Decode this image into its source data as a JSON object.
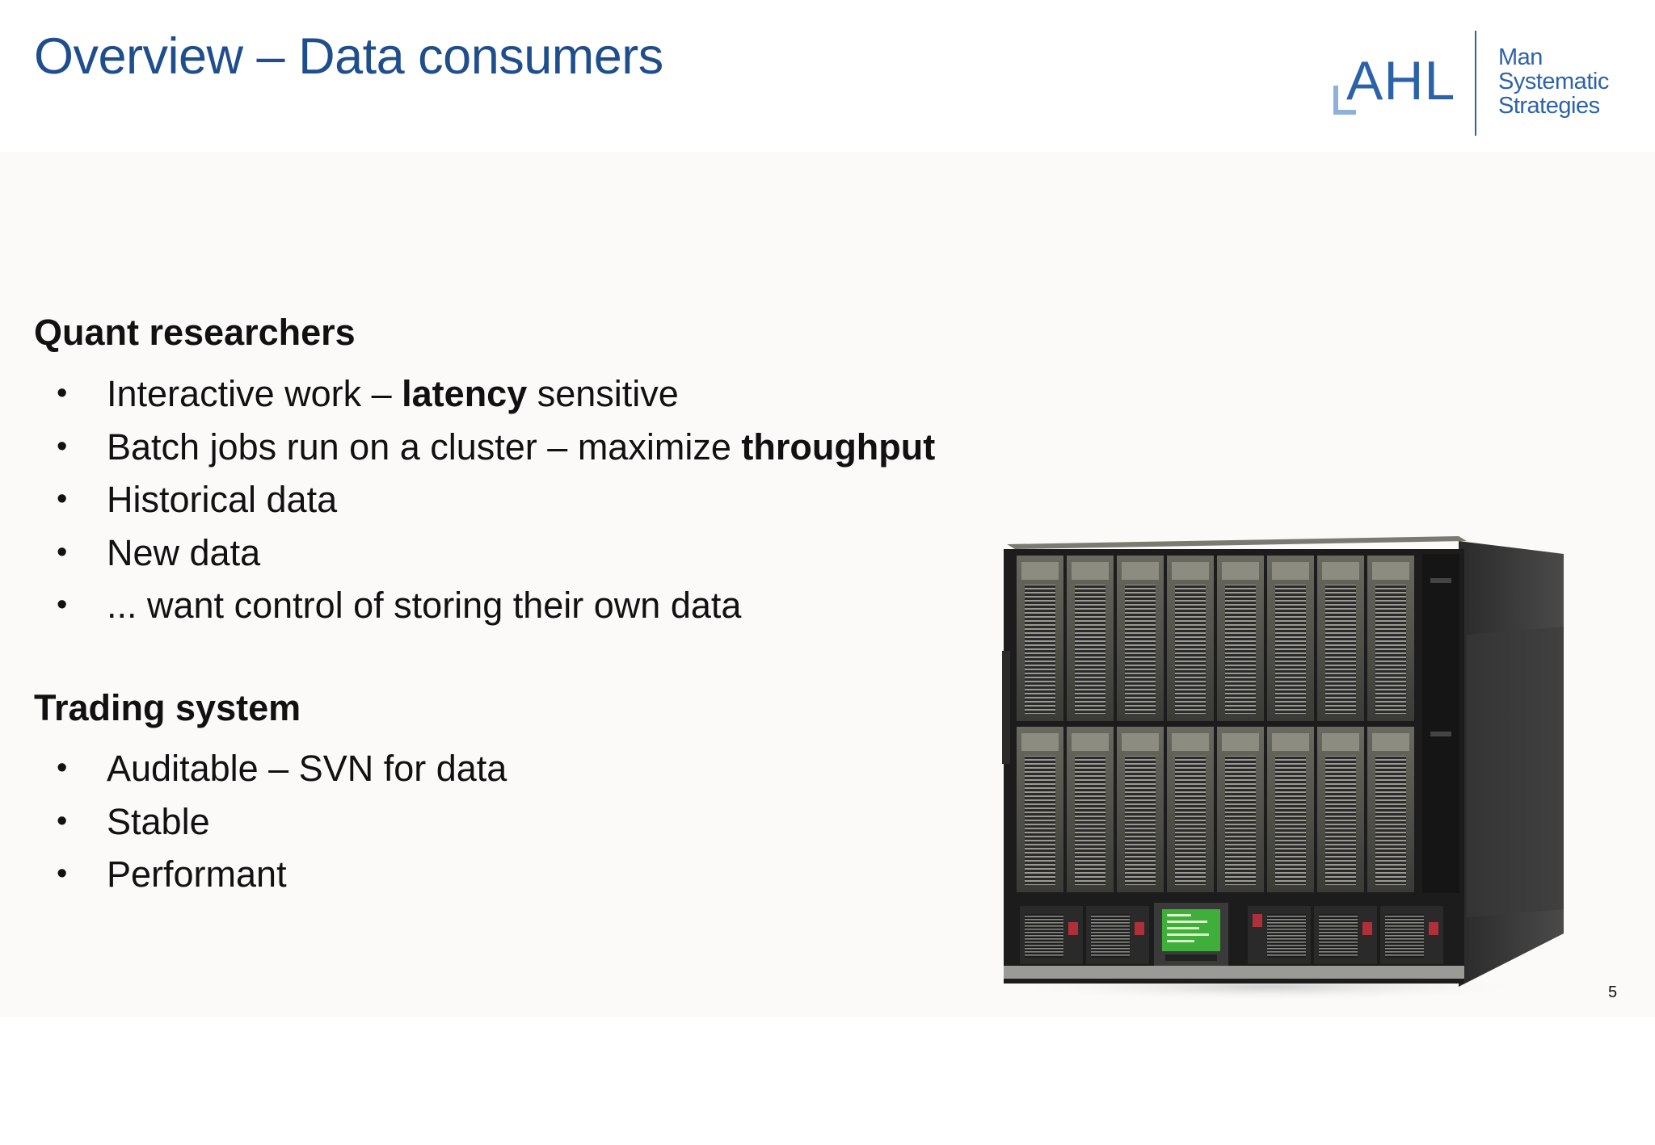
{
  "header": {
    "title": "Overview – Data consumers",
    "logo": {
      "wordmark": "AHL",
      "lines": [
        "Man",
        "Systematic",
        "Strategies"
      ]
    }
  },
  "sections": [
    {
      "heading": "Quant researchers",
      "bullets": [
        {
          "before": "Interactive work – ",
          "bold": "latency",
          "after": " sensitive"
        },
        {
          "before": "Batch jobs run on a cluster – maximize ",
          "bold": "throughput",
          "after": ""
        },
        {
          "before": "Historical data",
          "bold": "",
          "after": ""
        },
        {
          "before": "New data",
          "bold": "",
          "after": ""
        },
        {
          "before": "... want control of storing their own data",
          "bold": "",
          "after": ""
        }
      ]
    },
    {
      "heading": "Trading system",
      "bullets": [
        {
          "before": "Auditable – SVN for data",
          "bold": "",
          "after": ""
        },
        {
          "before": "Stable",
          "bold": "",
          "after": ""
        },
        {
          "before": "Performant",
          "bold": "",
          "after": ""
        }
      ]
    }
  ],
  "page_number": "5",
  "colors": {
    "title": "#1f4e8c",
    "logo": "#2c63a8",
    "logo_accent": "#8fb0d8",
    "body_background": "#fbfaf8"
  },
  "bullet_glyph": "•"
}
